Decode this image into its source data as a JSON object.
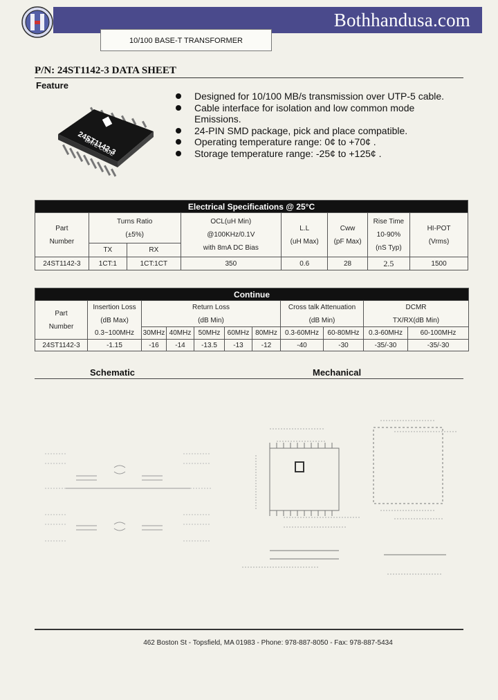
{
  "header": {
    "site": "Bothhandusa.com",
    "subtitle": "10/100 BASE-T TRANSFORMER",
    "part_title": "P/N: 24ST1142-3 DATA SHEET",
    "feature_label": "Feature"
  },
  "chip": {
    "part": "24ST1142-3",
    "date_code": "DATE CODE"
  },
  "features": [
    "Designed for 10/100 MB/s transmission over UTP-5 cable.",
    "Cable interface for isolation and low common mode",
    "Emissions.",
    "24-PIN SMD package, pick and place compatible.",
    "Operating temperature range: 0¢    to +70¢  .",
    "Storage temperature range: -25¢    to +125¢  ."
  ],
  "table1": {
    "title": "Electrical Specifications @ 25°C",
    "h_part": "Part",
    "h_number": "Number",
    "h_turns": "Turns Ratio",
    "h_turns_tol": "(±5%)",
    "h_tx": "TX",
    "h_rx": "RX",
    "h_ocl1": "OCL(uH Min)",
    "h_ocl2": "@100KHz/0.1V",
    "h_ocl3": "with 8mA DC Bias",
    "h_ll1": "L.L",
    "h_ll2": "(uH Max)",
    "h_cww1": "Cww",
    "h_cww2": "(pF Max)",
    "h_rise1": "Rise Time",
    "h_rise2": "10-90%",
    "h_rise3": "(nS Typ)",
    "h_hipot1": "HI-POT",
    "h_hipot2": "(Vrms)",
    "row": {
      "part": "24ST1142-3",
      "tx": "1CT:1",
      "rx": "1CT:1CT",
      "ocl": "350",
      "ll": "0.6",
      "cww": "28",
      "rise": "2.5",
      "hipot": "1500"
    }
  },
  "table2": {
    "title": "Continue",
    "h_part": "Part",
    "h_number": "Number",
    "h_il1": "Insertion Loss",
    "h_il2": "(dB Max)",
    "h_il3": "0.3~100MHz",
    "h_rl1": "Return Loss",
    "h_rl2": "(dB Min)",
    "h_rl_f": [
      "30MHz",
      "40MHz",
      "50MHz",
      "60MHz",
      "80MHz"
    ],
    "h_ct1": "Cross talk Attenuation",
    "h_ct2": "(dB Min)",
    "h_ct_f": [
      "0.3-60MHz",
      "60-80MHz"
    ],
    "h_dc1": "DCMR",
    "h_dc2": "TX/RX(dB Min)",
    "h_dc_f": [
      "0.3-60MHz",
      "60-100MHz"
    ],
    "row": {
      "part": "24ST1142-3",
      "il": "-1.15",
      "rl": [
        "-16",
        "-14",
        "-13.5",
        "-13",
        "-12"
      ],
      "ct": [
        "-40",
        "-30"
      ],
      "dc": [
        "-35/-30",
        "-35/-30"
      ]
    }
  },
  "sections": {
    "schematic": "Schematic",
    "mechanical": "Mechanical"
  },
  "footer": "462 Boston St - Topsfield, MA 01983 - Phone: 978-887-8050 - Fax: 978-887-5434"
}
